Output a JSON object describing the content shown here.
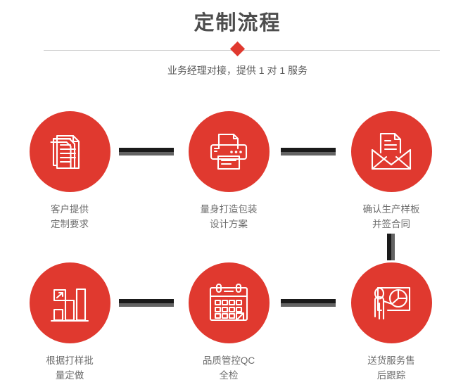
{
  "header": {
    "title": "定制流程",
    "subtitle": "业务经理对接，提供 1 对 1 服务",
    "divider_icon": "red-diamond",
    "title_color": "#4d4d4d",
    "accent_color": "#e0392f",
    "divider_color": "#c9c9c9"
  },
  "flow": {
    "connector_dark_color": "#1a1a1a",
    "connector_light_color": "#636363",
    "circle_color": "#e0392f",
    "label_color": "#6d6d6d",
    "steps": [
      {
        "index": "1",
        "icon": "stacked-documents-icon",
        "label": "客户提供\n定制要求",
        "line1": "客户提供",
        "line2": "定制要求"
      },
      {
        "index": "2",
        "icon": "printer-icon",
        "label": "量身打造包装\n设计方案",
        "line1": "量身打造包装",
        "line2": "设计方案"
      },
      {
        "index": "3",
        "icon": "envelope-document-icon",
        "label": "确认生产样板\n并签合同",
        "line1": "确认生产样板",
        "line2": "并签合同"
      },
      {
        "index": "4",
        "icon": "bar-chart-growth-icon",
        "label": "根据打样批\n量定做",
        "line1": "根据打样批",
        "line2": "量定做"
      },
      {
        "index": "5",
        "icon": "calendar-check-icon",
        "label": "品质管控QC\n全检",
        "line1": "品质管控QC",
        "line2": "全检"
      },
      {
        "index": "6",
        "icon": "presenter-piechart-icon",
        "label": "送货服务售\n后跟踪",
        "line1": "送货服务售",
        "line2": "后跟踪"
      }
    ],
    "connectors": [
      {
        "name": "arrow-step1-step2",
        "orientation": "horizontal"
      },
      {
        "name": "arrow-step2-step3",
        "orientation": "horizontal"
      },
      {
        "name": "arrow-step3-step6",
        "orientation": "vertical"
      },
      {
        "name": "arrow-step4-step5",
        "orientation": "horizontal"
      },
      {
        "name": "arrow-step5-step6",
        "orientation": "horizontal"
      }
    ]
  }
}
